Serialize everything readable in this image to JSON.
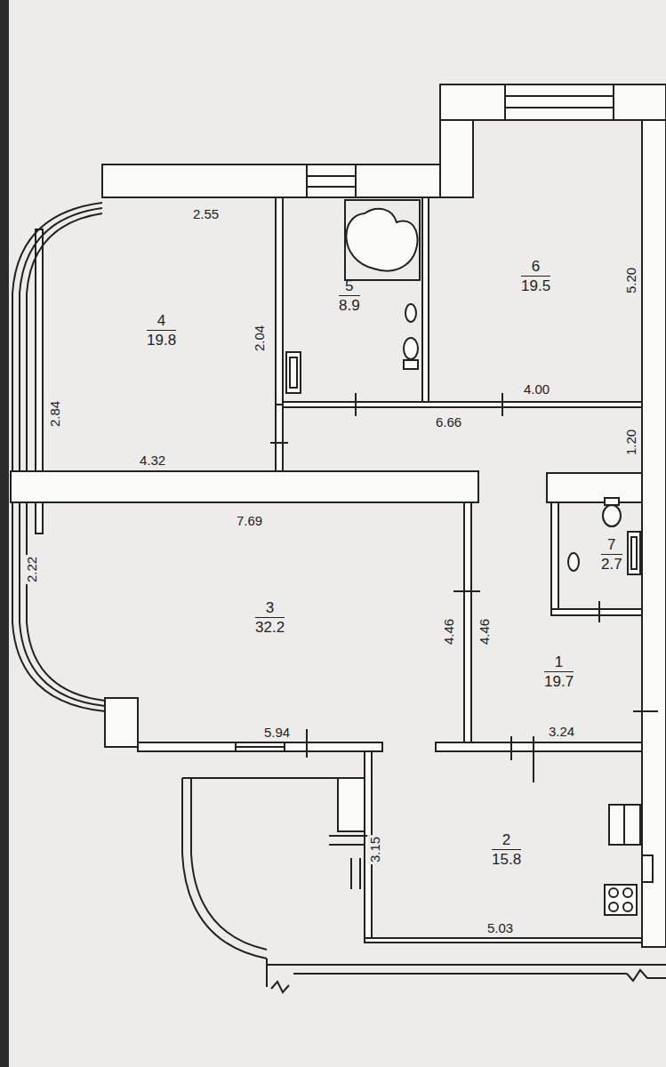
{
  "diagram": {
    "nodes": [
      {
        "text": [
          "4",
          "19.8"
        ]
      },
      {
        "text": [
          "5",
          "8.9"
        ]
      },
      {
        "text": [
          "6",
          "19.5"
        ]
      },
      {
        "text": [
          "3",
          "32.2"
        ]
      },
      {
        "text": [
          "7",
          "2.7"
        ]
      },
      {
        "text": [
          "1",
          "19.7"
        ]
      },
      {
        "text": [
          "2",
          "15.8"
        ]
      }
    ],
    "labels": [
      "2.55",
      "2.04",
      "2.84",
      "4.32",
      "5.20",
      "4.00",
      "6.66",
      "1.20",
      "7.69",
      "2.22",
      "4.46",
      "4.46",
      "5.94",
      "3.24",
      "3.15",
      "5.03"
    ]
  }
}
